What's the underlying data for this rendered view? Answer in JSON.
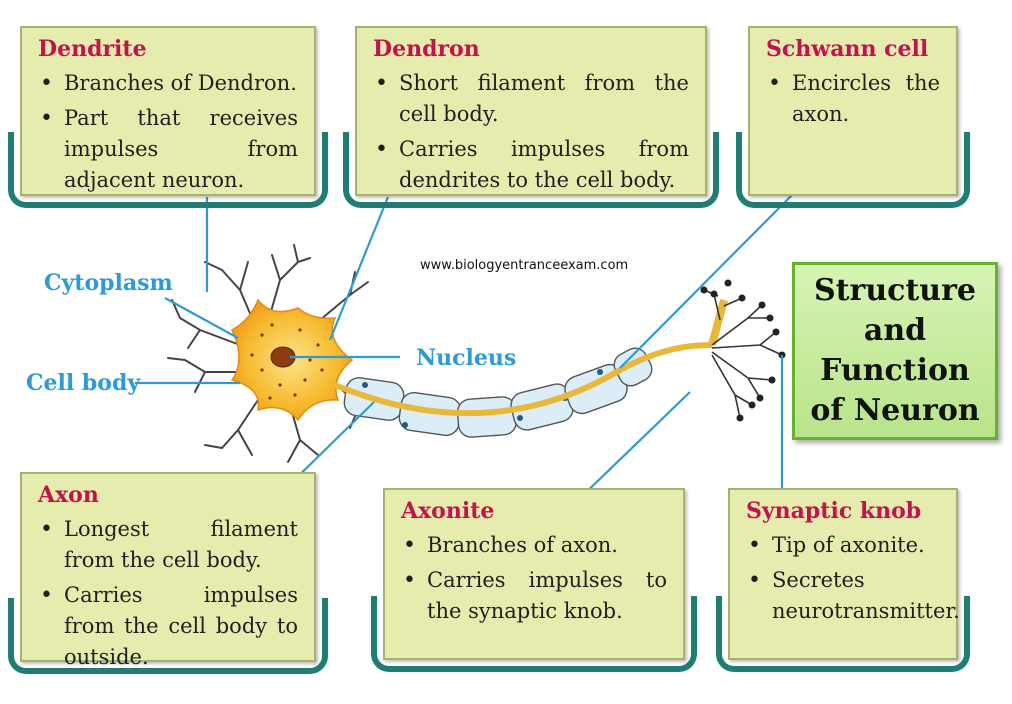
{
  "cards": {
    "dendrite": {
      "title": "Dendrite",
      "points": [
        "Branches of Dendron.",
        "Part that receives impulses from adjacent neuron."
      ]
    },
    "dendron": {
      "title": "Dendron",
      "points": [
        "Short filament from the cell body.",
        "Carries impulses from dendrites to the cell body."
      ]
    },
    "schwann": {
      "title": "Schwann cell",
      "points": [
        "Encircles the axon."
      ]
    },
    "axon": {
      "title": "Axon",
      "points": [
        "Longest filament from the cell body.",
        "Carries impulses from the cell body to outside."
      ]
    },
    "axonite": {
      "title": "Axonite",
      "points": [
        "Branches of axon.",
        "Carries impulses to the synaptic knob."
      ]
    },
    "synaptic": {
      "title": "Synaptic knob",
      "points": [
        "Tip of axonite.",
        "Secretes neurotransmitter."
      ]
    }
  },
  "labels": {
    "cytoplasm": "Cytoplasm",
    "cell_body": "Cell body",
    "nucleus": "Nucleus"
  },
  "watermark": "www.biologyentranceexam.com",
  "title": "Structure and Function of Neuron",
  "colors": {
    "card_bg": "#e6ecae",
    "card_title": "#c4124f",
    "label": "#2d9bd6",
    "base_teal": "#1f7d74",
    "cell": "#f5b52a",
    "title_bg": "#c6eb9a"
  }
}
